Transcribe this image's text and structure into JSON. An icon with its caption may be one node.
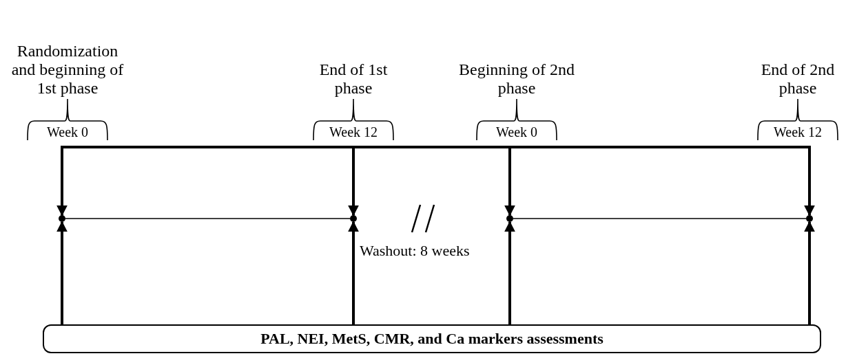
{
  "diagram": {
    "nodes": [
      {
        "text": [
          "Randomization and beginning of 1st phase",
          "Week 0"
        ]
      },
      {
        "text": [
          "End of 1st phase",
          "Week 12"
        ]
      },
      {
        "text": [
          "Beginning of 2nd phase",
          "Week 0"
        ]
      },
      {
        "text": [
          "End of 2nd phase",
          "Week 12"
        ]
      },
      {
        "text": [],
        "shape": "circle"
      },
      {
        "text": [],
        "shape": "circle"
      },
      {
        "text": [],
        "shape": "circle"
      },
      {
        "text": [],
        "shape": "circle"
      },
      {
        "text": [
          "PAL, NEI, MetS, CMR, and Ca markers assessments"
        ]
      }
    ],
    "edges": [
      {
        "from": 0,
        "to": 4,
        "arrow": "to"
      },
      {
        "from": 1,
        "to": 5,
        "arrow": "to"
      },
      {
        "from": 2,
        "to": 6,
        "arrow": "to"
      },
      {
        "from": 3,
        "to": 7,
        "arrow": "to"
      },
      {
        "from": 4,
        "to": 5,
        "arrow": "none"
      },
      {
        "from": 6,
        "to": 7,
        "arrow": "none"
      },
      {
        "from": 8,
        "to": 4,
        "arrow": "to"
      },
      {
        "from": 8,
        "to": 5,
        "arrow": "to"
      },
      {
        "from": 8,
        "to": 6,
        "arrow": "to"
      },
      {
        "from": 8,
        "to": 7,
        "arrow": "to"
      }
    ],
    "labels": [
      "Washout: 8 weeks"
    ]
  }
}
